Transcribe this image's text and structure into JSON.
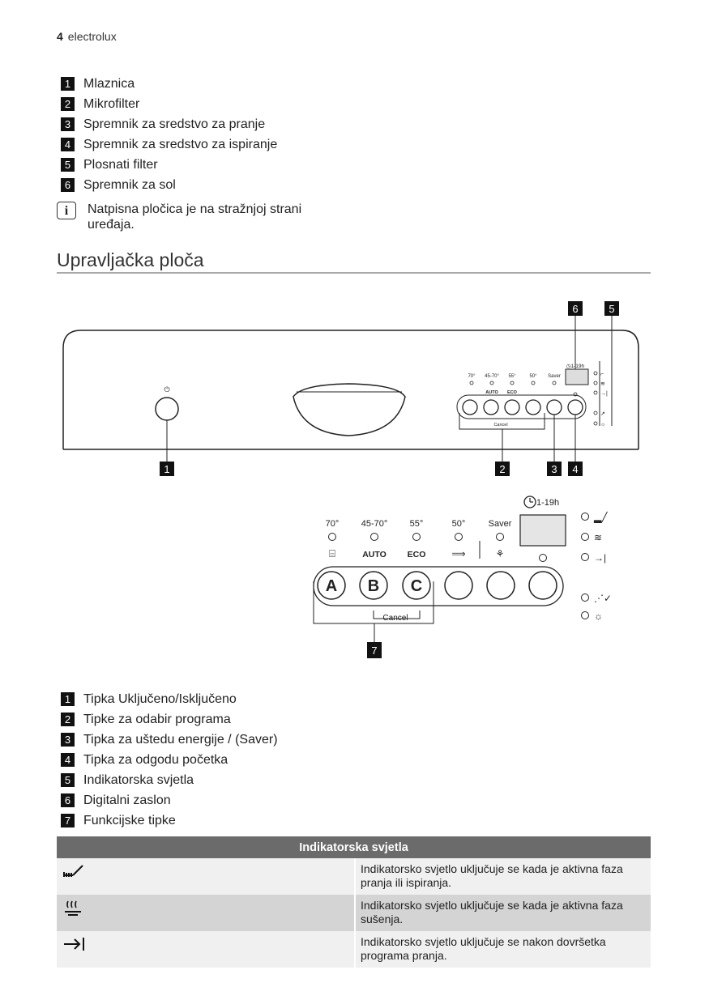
{
  "header": {
    "page_number": "4",
    "brand": "electrolux"
  },
  "parts_list": [
    {
      "num": "1",
      "label": "Mlaznica"
    },
    {
      "num": "2",
      "label": "Mikrofilter"
    },
    {
      "num": "3",
      "label": "Spremnik za sredstvo za pranje"
    },
    {
      "num": "4",
      "label": "Spremnik za sredstvo za ispiranje"
    },
    {
      "num": "5",
      "label": "Plosnati filter"
    },
    {
      "num": "6",
      "label": "Spremnik za sol"
    }
  ],
  "info_note": "Natpisna pločica je na stražnjoj strani uređaja.",
  "section_title": "Upravljačka ploča",
  "panel": {
    "callouts": [
      "1",
      "2",
      "3",
      "4",
      "5",
      "6",
      "7"
    ],
    "temps": [
      "70°",
      "45-70°",
      "55°",
      "50°",
      "Saver"
    ],
    "prog_labels": [
      "AUTO",
      "ECO"
    ],
    "buttons": [
      "A",
      "B",
      "C"
    ],
    "cancel": "Cancel",
    "timer": "1-19h"
  },
  "controls_list": [
    {
      "num": "1",
      "label": "Tipka Uključeno/Isključeno"
    },
    {
      "num": "2",
      "label": "Tipke za odabir programa"
    },
    {
      "num": "3",
      "label": "Tipka za uštedu energije / (Saver)"
    },
    {
      "num": "4",
      "label": "Tipka za odgodu početka"
    },
    {
      "num": "5",
      "label": "Indikatorska svjetla"
    },
    {
      "num": "6",
      "label": "Digitalni zaslon"
    },
    {
      "num": "7",
      "label": "Funkcijske tipke"
    }
  ],
  "table": {
    "header": "Indikatorska svjetla",
    "rows": [
      {
        "icon": "wash-phase-icon",
        "text": "Indikatorsko svjetlo uključuje se kada je aktivna faza pranja ili ispiranja."
      },
      {
        "icon": "drying-phase-icon",
        "text": "Indikatorsko svjetlo uključuje se kada je aktivna faza sušenja."
      },
      {
        "icon": "end-arrow-icon",
        "text": "Indikatorsko svjetlo uključuje se nakon dovršetka programa pranja."
      }
    ]
  }
}
